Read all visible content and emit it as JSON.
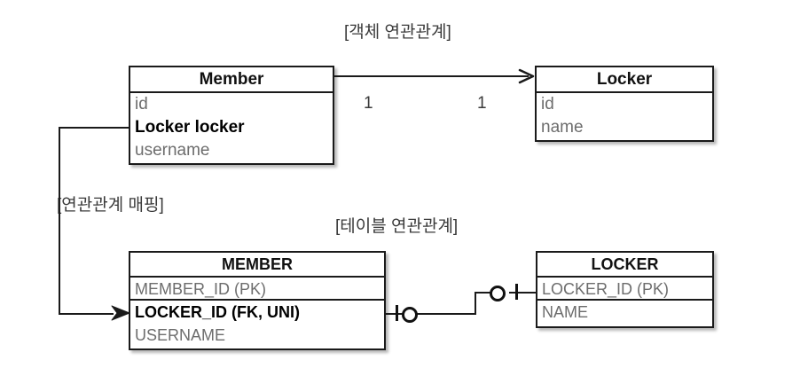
{
  "diagram": {
    "captions": {
      "object_relation": "[객체 연관관계]",
      "relation_mapping": "[연관관계 매핑]",
      "table_relation": "[테이블 연관관계]"
    },
    "object_model": {
      "member": {
        "title": "Member",
        "fields": [
          {
            "text": "id",
            "emphasis": "normal"
          },
          {
            "text": "Locker locker",
            "emphasis": "bold"
          },
          {
            "text": "username",
            "emphasis": "normal"
          }
        ]
      },
      "locker": {
        "title": "Locker",
        "fields": [
          {
            "text": "id",
            "emphasis": "normal"
          },
          {
            "text": "name",
            "emphasis": "normal"
          }
        ]
      },
      "association": {
        "source_multiplicity": "1",
        "target_multiplicity": "1",
        "arrow": "open-arrow-right"
      }
    },
    "table_model": {
      "member": {
        "title": "MEMBER",
        "columns": [
          {
            "text": "MEMBER_ID (PK)",
            "emphasis": "normal"
          },
          {
            "text": "LOCKER_ID (FK, UNI)",
            "emphasis": "bold"
          },
          {
            "text": "USERNAME",
            "emphasis": "normal"
          }
        ]
      },
      "locker": {
        "title": "LOCKER",
        "columns": [
          {
            "text": "LOCKER_ID (PK)",
            "emphasis": "normal"
          },
          {
            "text": "NAME",
            "emphasis": "normal"
          }
        ]
      },
      "relationship": {
        "left_notation": "one-and-only-one-optional",
        "right_notation": "one-and-only-one-optional"
      }
    },
    "mapping_arrow": {
      "from": "Locker locker",
      "to": "LOCKER_ID (FK, UNI)",
      "arrow": "solid-arrow-right"
    },
    "colors": {
      "stroke": "#1a1a1a",
      "field_text": "#6d6d6d",
      "emphasis_text": "#000000",
      "caption_text": "#3a3a3a",
      "background": "#ffffff"
    }
  }
}
